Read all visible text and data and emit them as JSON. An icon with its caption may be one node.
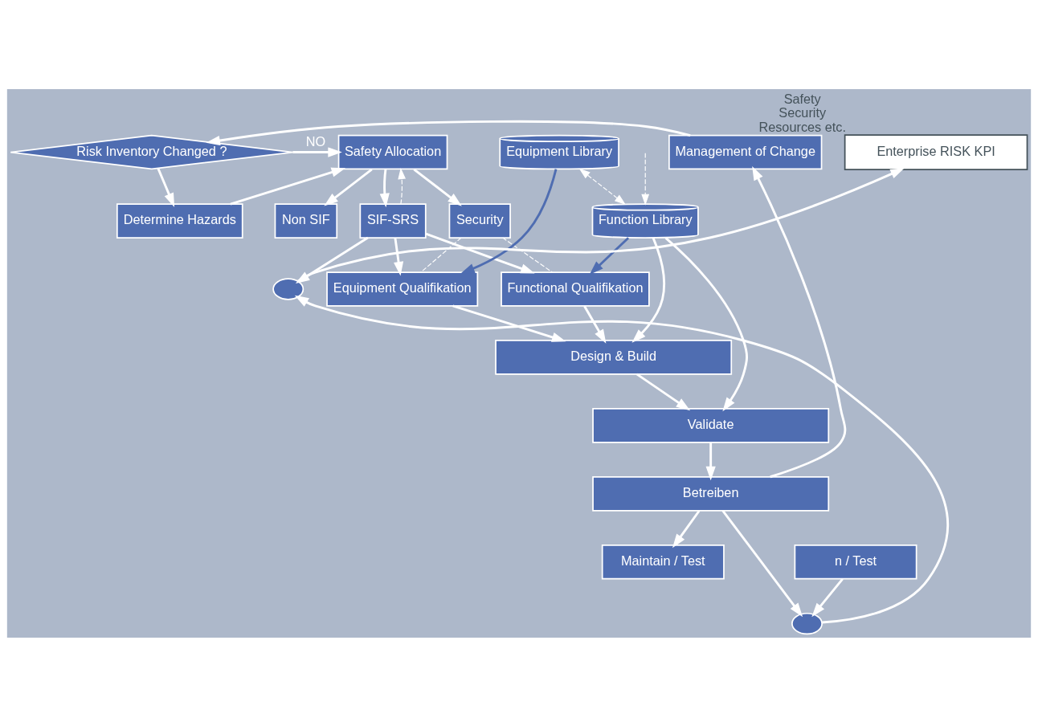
{
  "diagram": {
    "nodes": [
      {
        "text": [
          "Risk Inventory Changed ?"
        ]
      },
      {
        "text": [
          "Determine Hazards"
        ]
      },
      {
        "text": [
          "Safety Allocation"
        ]
      },
      {
        "text": [
          "Non SIF"
        ]
      },
      {
        "text": [
          "Security"
        ]
      },
      {
        "text": [
          "SIF-SRS"
        ]
      },
      {
        "text": [
          "Enterprise RISK KPI"
        ],
        "beside": [
          "Safety",
          "Security",
          "Resources etc."
        ]
      },
      {
        "text": [
          "Management of Change"
        ]
      },
      {
        "text": [
          "Equipment Qualifikation"
        ]
      },
      {
        "text": [
          "Functional Qualifikation"
        ]
      },
      {
        "text": [
          "Equipment Library"
        ]
      },
      {
        "text": [
          "Function Library"
        ]
      },
      {
        "text": [],
        "shape": "circle"
      },
      {
        "text": [
          "Design & Build"
        ]
      },
      {
        "text": [
          "Validate"
        ]
      },
      {
        "text": [
          "Betreiben"
        ]
      },
      {
        "text": [
          "Maintain / Test"
        ]
      },
      {
        "text": [
          "n / Test"
        ]
      },
      {
        "text": [],
        "shape": "circle"
      }
    ],
    "edges": [
      {
        "from": 0,
        "to": 1,
        "arrow": "to"
      },
      {
        "from": 0,
        "to": 2,
        "arrow": "to",
        "label": "NO"
      },
      {
        "from": 1,
        "to": 2,
        "arrow": "to"
      },
      {
        "from": 2,
        "to": 3,
        "arrow": "to"
      },
      {
        "from": 2,
        "to": 4,
        "arrow": "to"
      },
      {
        "from": 2,
        "to": 5,
        "arrow": "to"
      },
      {
        "from": 5,
        "to": 2,
        "arrow": "to",
        "style": "dashed"
      },
      {
        "from": 5,
        "to": 8,
        "arrow": "to"
      },
      {
        "from": 5,
        "to": 9,
        "arrow": "to"
      },
      {
        "from": 5,
        "to": 12,
        "arrow": "to"
      },
      {
        "from": 4,
        "to": 8,
        "arrow": "none",
        "style": "dashed"
      },
      {
        "from": 4,
        "to": 9,
        "arrow": "none",
        "style": "dashed"
      },
      {
        "from": 12,
        "to": 6,
        "arrow": "to"
      },
      {
        "from": 10,
        "to": 8,
        "arrow": "to",
        "color": "#4f6db1"
      },
      {
        "from": 11,
        "to": 9,
        "arrow": "to",
        "color": "#4f6db1"
      },
      {
        "from": 10,
        "to": 11,
        "arrow": "both",
        "style": "dashed"
      },
      {
        "from": null,
        "to": 11,
        "arrow": "to",
        "style": "dashed"
      },
      {
        "from": 8,
        "to": 13,
        "arrow": "to"
      },
      {
        "from": 9,
        "to": 13,
        "arrow": "to"
      },
      {
        "from": 11,
        "to": 13,
        "arrow": "to"
      },
      {
        "from": 11,
        "to": 14,
        "arrow": "to"
      },
      {
        "from": 13,
        "to": 14,
        "arrow": "to"
      },
      {
        "from": 14,
        "to": 15,
        "arrow": "to"
      },
      {
        "from": 15,
        "to": 7,
        "arrow": "to"
      },
      {
        "from": 7,
        "to": 0,
        "arrow": "to"
      },
      {
        "from": 15,
        "to": 16,
        "arrow": "to"
      },
      {
        "from": 15,
        "to": 18,
        "arrow": "to"
      },
      {
        "from": 17,
        "to": 18,
        "arrow": "to"
      },
      {
        "from": 18,
        "to": 12,
        "arrow": "to"
      }
    ]
  }
}
